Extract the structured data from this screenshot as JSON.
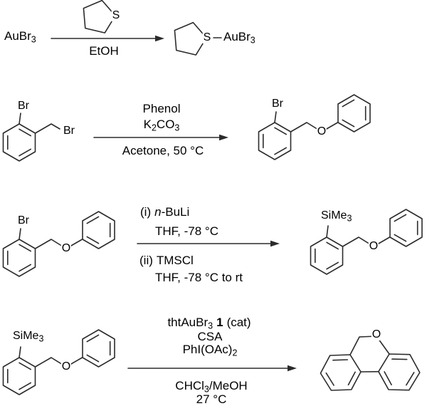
{
  "colors": {
    "bond": "#2b2b2b",
    "text": "#000000",
    "background": "#ffffff"
  },
  "step1": {
    "reactant_main": "AuBr",
    "reactant_sub": "3",
    "tht_sulfur": "S",
    "solvent": "EtOH",
    "product_sulfur": "S",
    "product_main": "AuBr",
    "product_sub": "3"
  },
  "step2": {
    "br_top": "Br",
    "br_chain": "Br",
    "reagent": "Phenol",
    "base_p1": "K",
    "base_s1": "2",
    "base_p2": "CO",
    "base_s2": "3",
    "conditions": "Acetone, 50 °C",
    "product_br": "Br",
    "product_o": "O"
  },
  "step3": {
    "reactant_br": "Br",
    "reactant_o": "O",
    "i_label": "(i)",
    "i_reagent_italic": "n",
    "i_reagent_rest": "-BuLi",
    "i_conditions": "THF, -78 °C",
    "ii_label": "(ii)",
    "ii_reagent": "TMSCl",
    "ii_conditions": "THF, -78 °C to rt",
    "product_si_main": "SiMe",
    "product_si_sub": "3",
    "product_o": "O"
  },
  "step4": {
    "reactant_si_main": "SiMe",
    "reactant_si_sub": "3",
    "reactant_o": "O",
    "cat_p1": "thtAuBr",
    "cat_sub": "3",
    "cat_num": "1",
    "cat_rest": "(cat)",
    "acid": "CSA",
    "oxidant_main": "PhI(OAc)",
    "oxidant_sub": "2",
    "solvent_p1": "CHCl",
    "solvent_sub": "3",
    "solvent_p2": "/MeOH",
    "temp": "27 °C",
    "product_o": "O"
  }
}
